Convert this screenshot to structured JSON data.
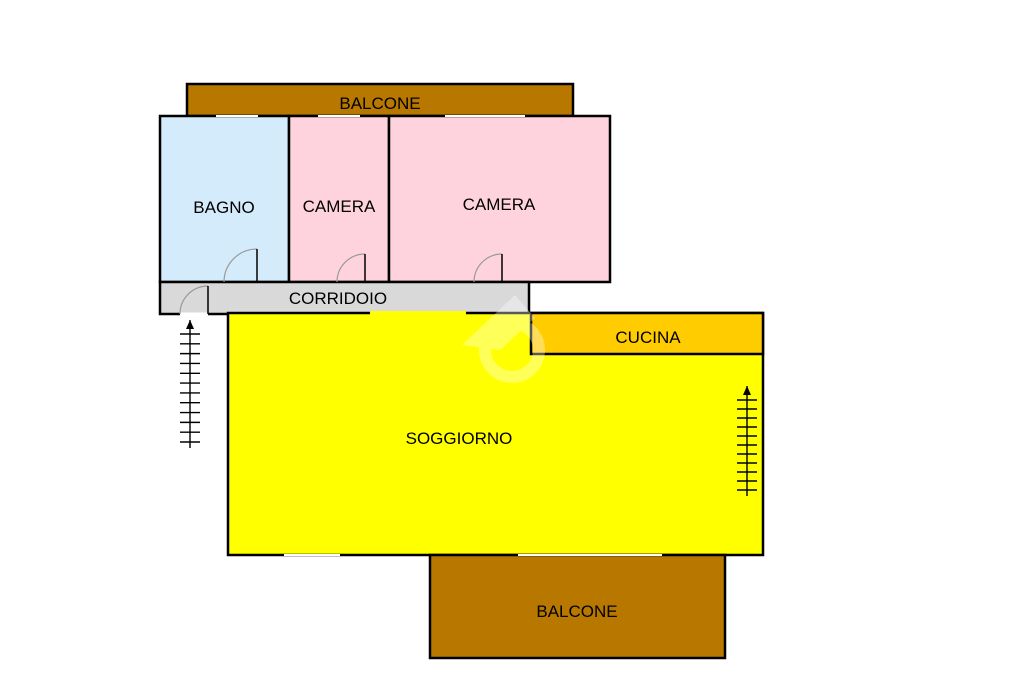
{
  "rooms": {
    "balcone_top": "BALCONE",
    "bagno": "BAGNO",
    "camera_1": "CAMERA",
    "camera_2": "CAMERA",
    "corridoio": "CORRIDOIO",
    "cucina": "CUCINA",
    "soggiorno": "SOGGIORNO",
    "balcone_bottom": "BALCONE"
  },
  "colors": {
    "balcone": "#b87800",
    "bagno": "#d4ebfb",
    "camera": "#ffd3de",
    "corridoio": "#d9d9d9",
    "cucina": "#ffcc00",
    "soggiorno": "#ffff00",
    "wall": "#000000"
  },
  "icons": {
    "stairs": "stairs-arrow-icon",
    "door": "door-swing-icon",
    "watermark": "watermark-logo-icon"
  }
}
